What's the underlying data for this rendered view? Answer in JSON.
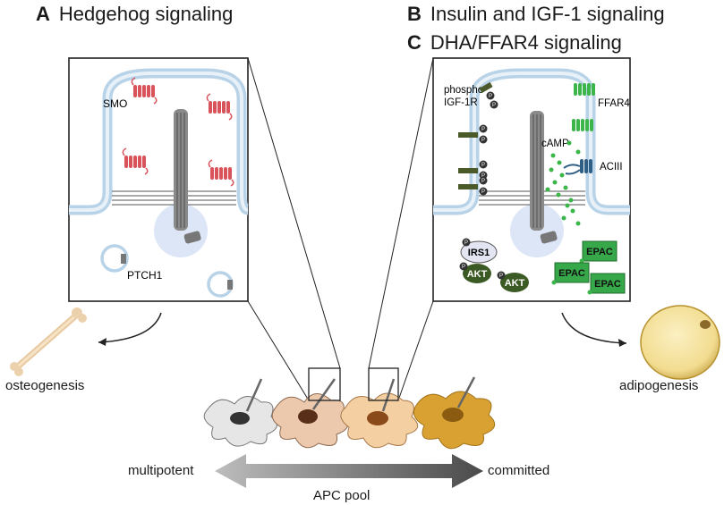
{
  "panels": {
    "a": {
      "letter": "A",
      "title": "Hedgehog signaling"
    },
    "b": {
      "letter": "B",
      "title": "Insulin and IGF-1 signaling"
    },
    "c": {
      "letter": "C",
      "title": "DHA/FFAR4 signaling"
    }
  },
  "left_box": {
    "smo": "SMO",
    "ptch1": "PTCH1"
  },
  "right_box": {
    "phospho_igf1r": [
      "phospho",
      "IGF-1R"
    ],
    "ffar4": "FFAR4",
    "camp": "cAMP",
    "aciii": "ACIII",
    "irs1": "IRS1",
    "akt": "AKT",
    "epac": "EPAC",
    "p": "P"
  },
  "outcomes": {
    "left": "osteogenesis",
    "right": "adipogenesis"
  },
  "axis": {
    "left": "multipotent",
    "right": "committed",
    "center": "APC pool"
  },
  "colors": {
    "smo": "#d9535b",
    "ffar4": "#3cb54a",
    "aciii": "#2f5f85",
    "cilium": "#b8d3e8",
    "akt": "#3c5a24",
    "epac": "#37a84a"
  }
}
